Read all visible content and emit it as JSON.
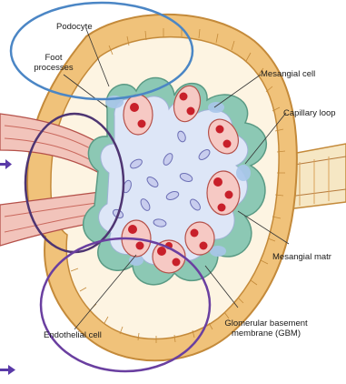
{
  "labels": {
    "podocyte": "Podocyte",
    "foot_processes": "Foot processes",
    "mesangial_cell": "Mesangial cell",
    "capillary_loop": "Capillary loop",
    "mesangial_matrix": "Mesangial matr",
    "endothelial_cell": "Endothelial cell",
    "gbm": "Glomerular basement membrane (GBM)"
  },
  "colors": {
    "capsule": "#f0c27a",
    "capsule_outline": "#c48a3a",
    "bowman_space": "#fdf4e2",
    "podocyte_layer": "#8cc8b4",
    "mesangium": "#dde6f7",
    "capillary": "#f6c9c4",
    "rbc": "#c8202a",
    "blue_circle": "#4b86c5",
    "purple_circle": "#6a3fa0",
    "dark_purple_circle": "#4e3572",
    "arrow": "#5a3aa8"
  }
}
